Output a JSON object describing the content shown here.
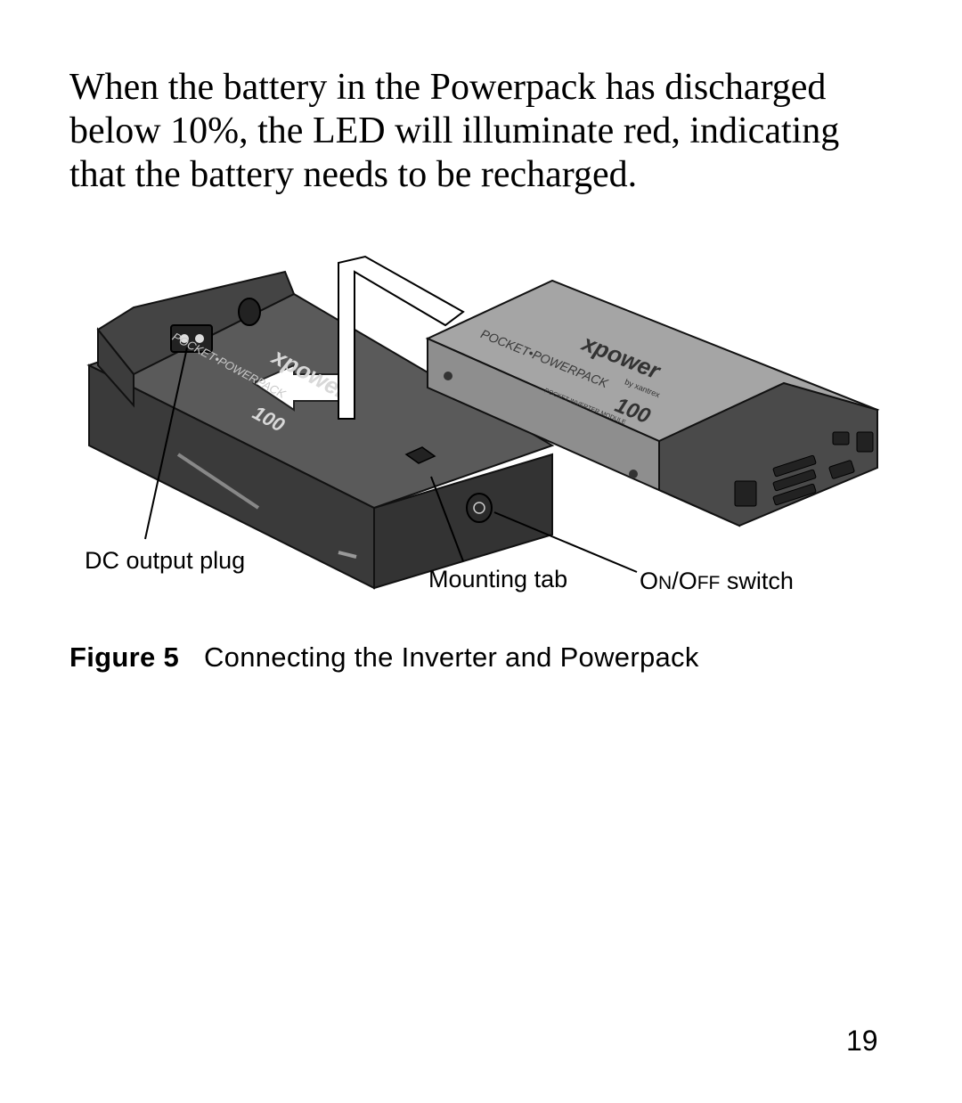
{
  "body_paragraph": "When the battery in the Powerpack has discharged below 10%, the LED will illuminate red, indicating that the battery needs to be recharged.",
  "figure": {
    "number_label": "Figure 5",
    "caption": "Connecting the Inverter and Powerpack",
    "callouts": {
      "dc_output_plug": "DC output plug",
      "mounting_tab": "Mounting tab",
      "switch_on_initial": "O",
      "switch_on_rest": "N",
      "switch_slash": "/",
      "switch_off_initial": "O",
      "switch_off_rest": "FF",
      "switch_word": " switch"
    },
    "device_text": {
      "brand": "xpower",
      "product_line": "POCKET•POWERPACK",
      "model": "100",
      "module_text": "POCKET INVERTER MODULE",
      "maker_small": "by xantrex"
    },
    "colors": {
      "powerpack_body": "#555555",
      "powerpack_dark": "#3a3a3a",
      "inverter_body": "#9a9a9a",
      "inverter_end": "#4a4a4a",
      "arrow": "#ffffff"
    }
  },
  "page_number": "19"
}
